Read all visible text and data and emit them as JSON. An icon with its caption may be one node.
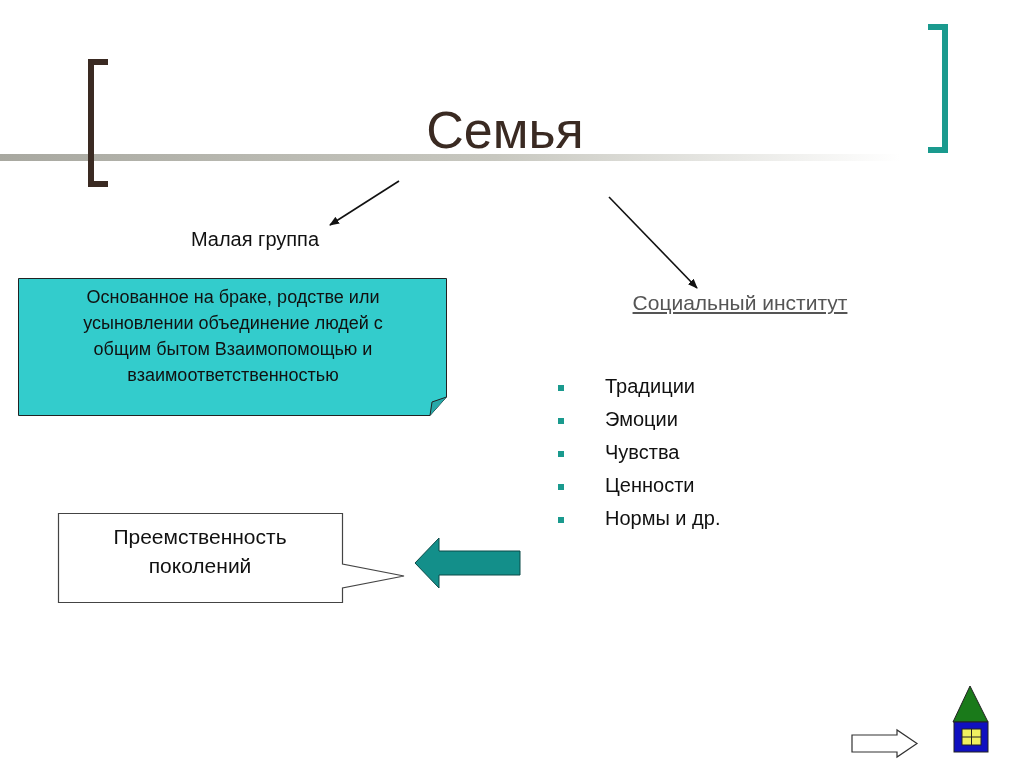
{
  "diagram": {
    "nodes": [
      {
        "text": [
          "Семья"
        ]
      },
      {
        "text": [
          "Малая группа"
        ]
      },
      {
        "text": [
          "Основанное на браке, родстве или усыновлении объединение людей с общим бытом Взаимопомощью и взаимоответственностью"
        ]
      },
      {
        "text": [
          "Социальный институт"
        ]
      },
      {
        "text": [
          "Преемственность поколений"
        ]
      }
    ],
    "edges": [
      {
        "from": null,
        "to": 1,
        "arrow": "to"
      },
      {
        "from": null,
        "to": 3,
        "arrow": "to"
      },
      {
        "from": null,
        "to": 4,
        "arrow": "to",
        "style": "thick",
        "color": "#138f8a"
      }
    ],
    "labels": [
      "Традиции",
      "Эмоции",
      "Чувства",
      "Ценности",
      "Нормы и др."
    ]
  }
}
